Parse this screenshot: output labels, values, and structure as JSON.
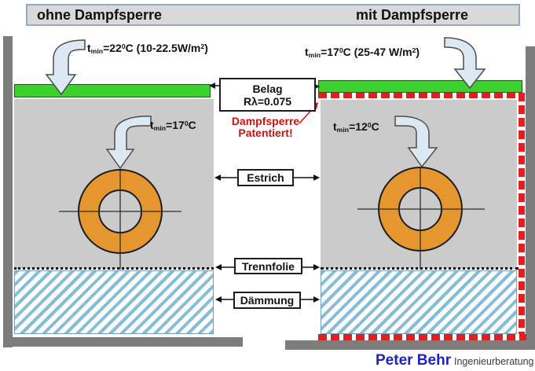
{
  "header": {
    "left_title": "ohne Dampfsperre",
    "right_title": "mit Dampfsperre"
  },
  "callouts": {
    "left_top": [
      [
        "t"
      ],
      [
        "min",
        "sub"
      ],
      [
        "=22"
      ],
      [
        "0",
        "sup"
      ],
      [
        "C (10-22.5W/m"
      ],
      [
        "2",
        "sup"
      ],
      [
        ")"
      ]
    ],
    "right_top": [
      [
        "t"
      ],
      [
        "min",
        "sub"
      ],
      [
        "=17"
      ],
      [
        "0",
        "sup"
      ],
      [
        "C (25-47 W/m"
      ],
      [
        "2",
        "sup"
      ],
      [
        ")"
      ]
    ],
    "left_pipe": [
      [
        "t"
      ],
      [
        "min",
        "sub"
      ],
      [
        "=17"
      ],
      [
        "0",
        "sup"
      ],
      [
        "C"
      ]
    ],
    "right_pipe": [
      [
        "t"
      ],
      [
        "min",
        "sub"
      ],
      [
        "=12"
      ],
      [
        "0",
        "sup"
      ],
      [
        "C"
      ]
    ]
  },
  "labels": {
    "belag_line1": "Belag",
    "belag_line2": "Rλ=0.075",
    "dampfsperre_line1": "Dampfsperre",
    "dampfsperre_line2": "Patentiert!",
    "estrich": "Estrich",
    "trennfolie": "Trennfolie",
    "daemmung": "Dämmung"
  },
  "footer": {
    "company": "Peter Behr",
    "subtitle": "Ingenieurberatung"
  },
  "colors": {
    "surface_green": "#3ed02e",
    "screed_gray": "#cbcbcb",
    "pipe_orange": "#e5962f",
    "vapor_barrier_red": "#e02020",
    "wall_gray": "#7d7d7d",
    "arrow_fill": "#dce9f3",
    "note_red": "#cc1111",
    "brand_blue": "#2121bd",
    "insulation_blue": "#85bdd8"
  }
}
